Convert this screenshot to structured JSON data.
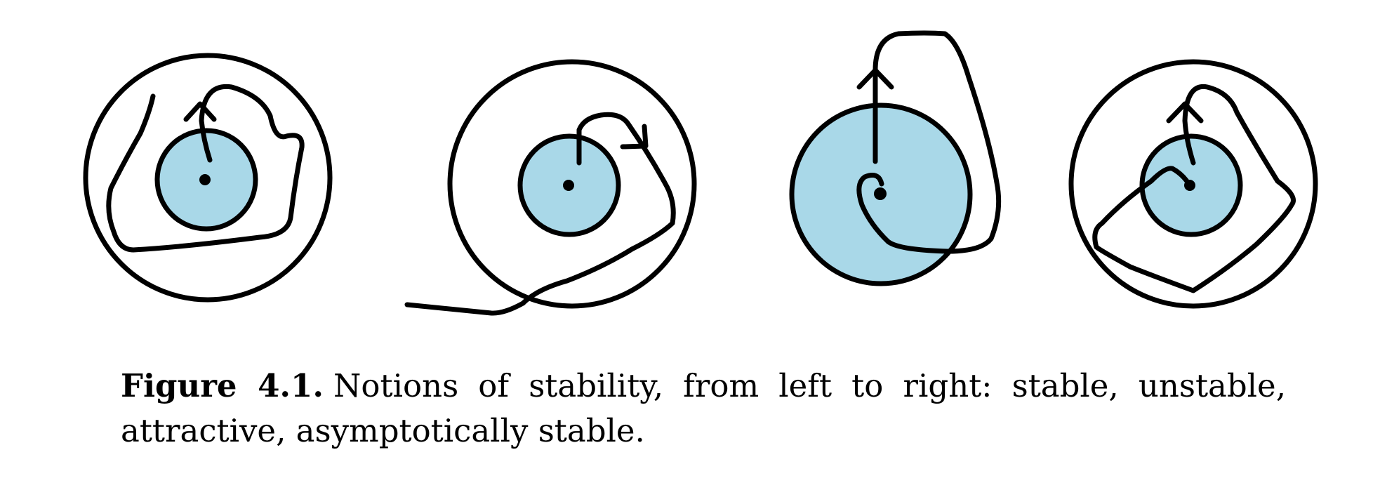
{
  "figure": {
    "panels": [
      {
        "id": "stable"
      },
      {
        "id": "unstable"
      },
      {
        "id": "attractive"
      },
      {
        "id": "asymptotically-stable"
      }
    ],
    "colors": {
      "disk_fill": "#a9d8e8",
      "stroke": "#000000",
      "background": "#ffffff"
    }
  },
  "caption": {
    "label": "Figure 4.1.",
    "text": "Notions of stability, from left to right: stable, unstable, attractive, asymptotically stable."
  }
}
